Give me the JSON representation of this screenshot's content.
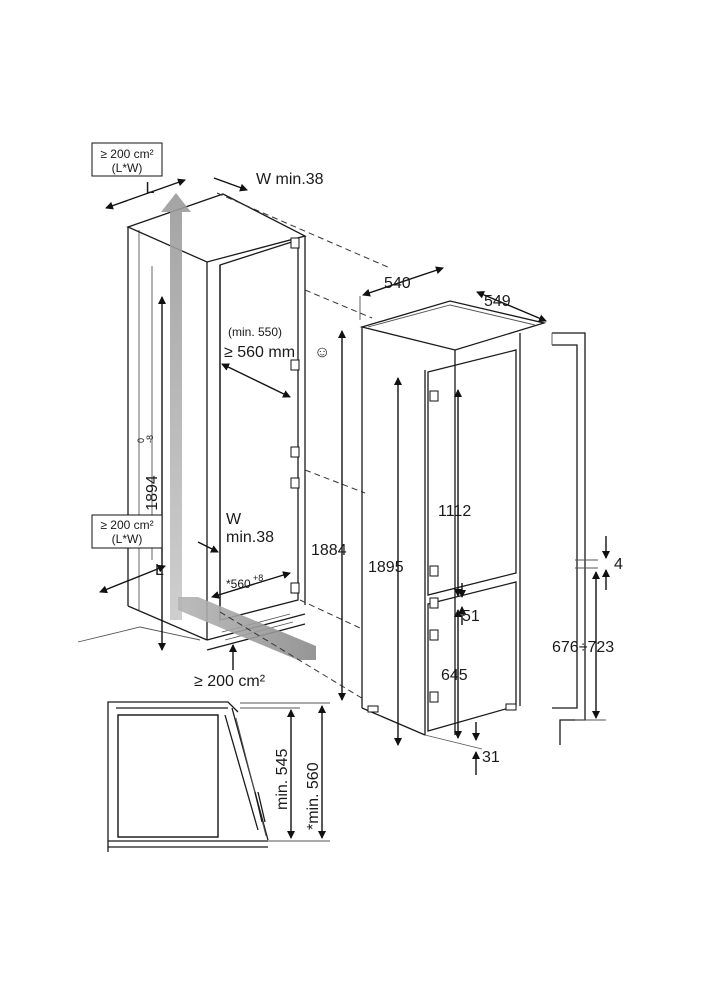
{
  "niche": {
    "vent_top_box": [
      "≥ 200 cm²",
      "(L*W)"
    ],
    "vent_top_L": "L",
    "vent_top_W": "W min.38",
    "vent_bottom_box": [
      "≥ 200 cm²",
      "(L*W)"
    ],
    "vent_bottom_L": "L",
    "vent_bottom_W_line1": "W",
    "vent_bottom_W_line2": "min.38",
    "height_value": "1894",
    "height_tol_upper": "0",
    "height_tol_lower": "-8",
    "depth_min_note": "(min. 550)",
    "depth_value": "≥ 560 mm",
    "depth_smiley": "☺",
    "width_value": "*560",
    "width_tol": "+8",
    "plinth_vent": "≥ 200 cm²",
    "door_height": "1884"
  },
  "appliance": {
    "width": "540",
    "depth": "549",
    "total_height": "1895",
    "fridge_height": "1112",
    "gap": "51",
    "freezer_height": "645",
    "bottom_offset": "31"
  },
  "hinge_side": {
    "gap": "4",
    "range": "676÷723"
  },
  "cross_section": {
    "min_545": "min. 545",
    "min_560": "*min. 560"
  }
}
